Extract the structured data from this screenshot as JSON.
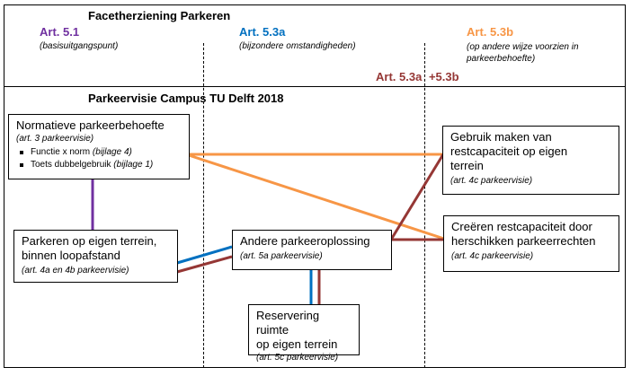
{
  "header": {
    "title": "Facetherziening Parkeren",
    "columns": [
      {
        "article": "Art. 5.1",
        "subtitle": "(basisuitgangspunt)",
        "color": "#7030a0"
      },
      {
        "article": "Art. 5.3a",
        "subtitle": "(bijzondere omstandigheden)",
        "color": "#0070c0"
      },
      {
        "article": "Art. 5.3b",
        "subtitle": "(op andere wijze voorzien in\nparkeerbehoefte)",
        "color": "#f79646"
      }
    ],
    "combined_article": {
      "left": "Art. 5.3a",
      "plus": "+",
      "right": "5.3b",
      "color": "#953735"
    }
  },
  "section": {
    "title": "Parkeervisie Campus TU Delft 2018"
  },
  "boxes": {
    "normative": {
      "title": "Normatieve parkeerbehoefte",
      "reference": "(art. 3 parkeervisie)",
      "bullets": [
        {
          "text": "Functie x norm ",
          "ref": "(bijlage 4)"
        },
        {
          "text": "Toets dubbelgebruik ",
          "ref": "(bijlage 1)"
        }
      ]
    },
    "own_terrain": {
      "title": "Parkeren op eigen terrein,\nbinnen loopafstand",
      "reference": "(art. 4a en 4b parkeervisie)"
    },
    "other_solution": {
      "title": "Andere parkeeroplossing",
      "reference": "(art. 5a parkeervisie)"
    },
    "reservation": {
      "title": "Reservering ruimte\nop eigen terrein",
      "reference": "(art. 5c parkeervisie)"
    },
    "use_capacity": {
      "title": "Gebruik maken van\nrestcapaciteit op eigen\nterrein",
      "reference": "(art. 4c parkeervisie)"
    },
    "create_capacity": {
      "title": "Creëren restcapaciteit door\nherschikken parkeerrechten",
      "reference": "(art. 4c parkeervisie)"
    }
  },
  "line_colors": {
    "art51": "#7030a0",
    "art53a": "#0070c0",
    "art53b": "#f79646",
    "art53ab": "#953735"
  }
}
